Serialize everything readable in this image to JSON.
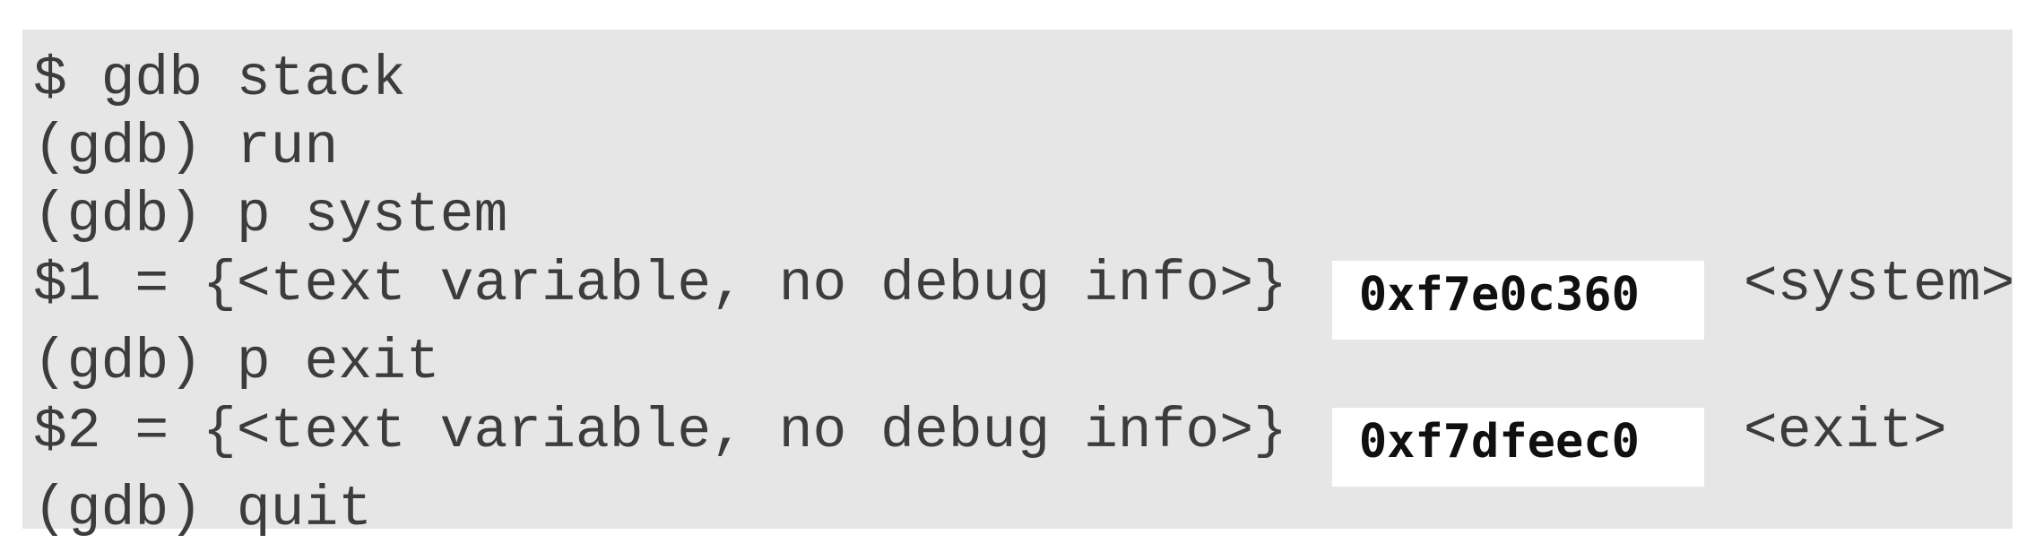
{
  "terminal": {
    "description": "gdb session output finding addresses of system and exit in libc",
    "colors": {
      "page_background": "#ffffff",
      "terminal_background": "#e6e6e6",
      "text": "#3c3c3c",
      "highlight_background": "#ffffff",
      "highlight_text": "#101010"
    },
    "lines": [
      {
        "type": "command",
        "text": "$ gdb stack"
      },
      {
        "type": "command",
        "text": "(gdb) run"
      },
      {
        "type": "command",
        "text": "(gdb) p system"
      },
      {
        "type": "output",
        "prefix": "$1 = {<text variable, no debug info>}",
        "address": "0xf7e0c360",
        "symbol": "<system>"
      },
      {
        "type": "command",
        "text": "(gdb) p exit"
      },
      {
        "type": "output",
        "prefix": "$2 = {<text variable, no debug info>}",
        "address": "0xf7dfeec0",
        "symbol": "<exit>"
      },
      {
        "type": "command",
        "text": "(gdb) quit"
      }
    ]
  }
}
